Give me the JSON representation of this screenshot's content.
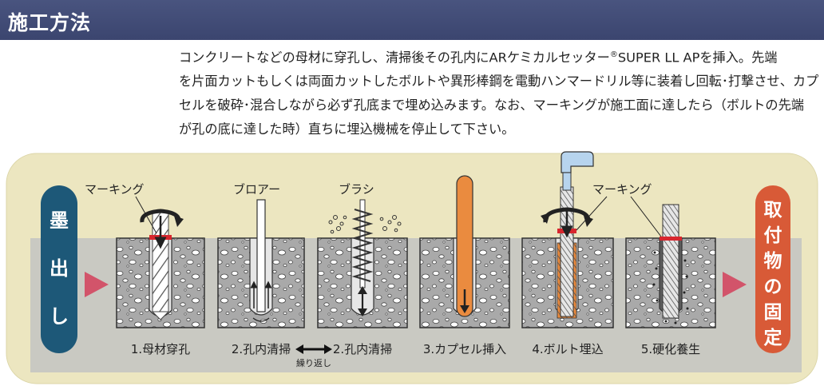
{
  "header": {
    "title": "施工方法"
  },
  "intro": {
    "line1_pre": "コンクリートなどの母材に穿孔し、清掃後その孔内にARケミカルセッター",
    "registered_mark": "®",
    "line1_post": "SUPER LL APを挿入。先端",
    "line2": "を片面カットもしくは両面カットしたボルトや異形棒鋼を電動ハンマードリル等に装着し回転･打撃させ、カプ",
    "line3": "セルを破砕･混合しながら必ず孔底まで埋め込みます。なお、マーキングが施工面に達したら（ボルトの先端",
    "line4": "が孔の底に達した時）直ちに埋込機械を停止して下さい。"
  },
  "diagram": {
    "start_badge": [
      "墨",
      "出",
      "し"
    ],
    "end_badge": [
      "取",
      "付",
      "物",
      "の",
      "固",
      "定"
    ],
    "tool_labels": {
      "marking_1": "マーキング",
      "blower": "ブロアー",
      "brush": "ブラシ",
      "marking_2": "マーキング"
    },
    "steps": [
      {
        "label": "1.母材穿孔"
      },
      {
        "label": "2.孔内清掃"
      },
      {
        "label": "2.孔内清掃"
      },
      {
        "label": "3.カプセル挿入"
      },
      {
        "label": "4.ボルト埋込"
      },
      {
        "label": "5.硬化養生"
      }
    ],
    "repeat_note": "繰り返し",
    "colors": {
      "panel_bg": "#ece6c0",
      "concrete": "#a9a9a9",
      "start_badge": "#1d5878",
      "end_badge": "#d85a37",
      "flow_arrow": "#d2546a",
      "marking": "#d8262e",
      "capsule": "#ea8b3f"
    }
  }
}
